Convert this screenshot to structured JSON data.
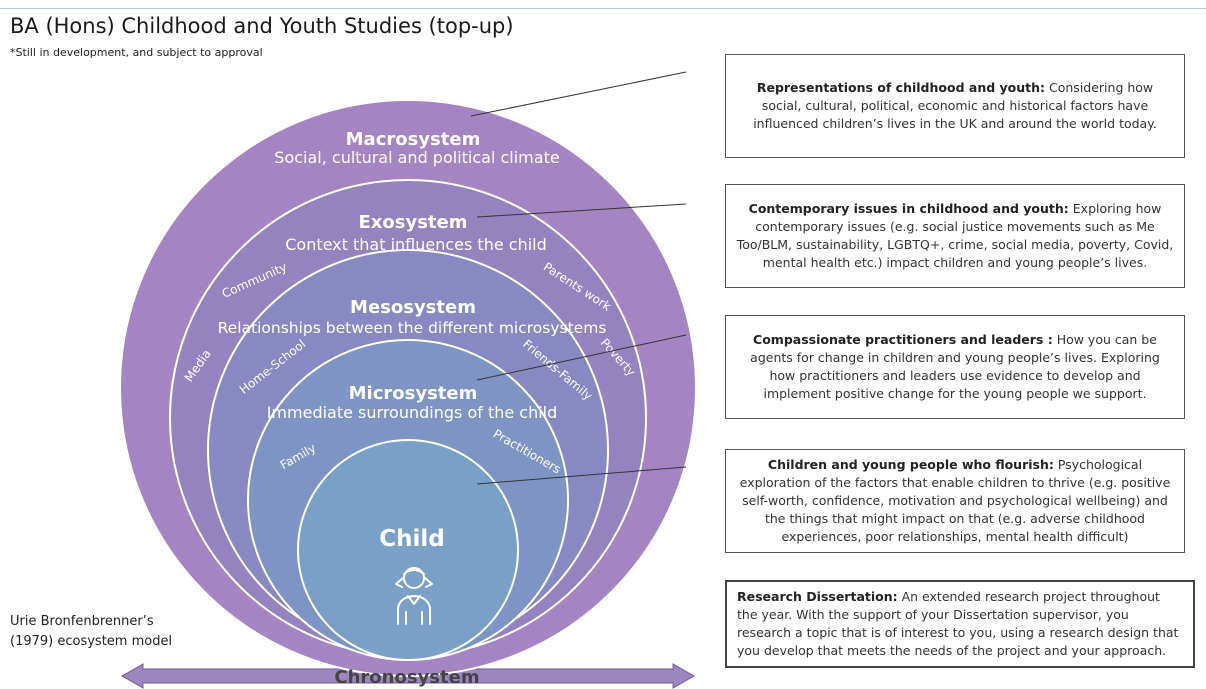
{
  "title": "BA (Hons) Childhood and Youth Studies (top-up)",
  "subtitle": "*Still in development, and subject to approval",
  "credit": {
    "line1": "Urie Bronfenbrenner’s",
    "line2": "(1979) ecosystem model"
  },
  "colors": {
    "macro": "#a584c4",
    "exo": "#9483bf",
    "meso": "#8888c2",
    "micro": "#7e94c4",
    "child": "#7ba0c7",
    "arrow": "#9c86c0",
    "ring_stroke": "#ffffff"
  },
  "systems": {
    "macro": {
      "name": "Macrosystem",
      "desc": "Social, cultural and political climate"
    },
    "exo": {
      "name": "Exosystem",
      "desc": "Context that influences the child"
    },
    "meso": {
      "name": "Mesosystem",
      "desc": "Relationships between the different microsystems"
    },
    "micro": {
      "name": "Microsystem",
      "desc": "Immediate surroundings of the child"
    },
    "child": {
      "name": "Child",
      "icon": "child-icon"
    },
    "chrono": {
      "name": "Chronosystem"
    }
  },
  "ring_labels": {
    "community": "Community",
    "parents_work": "Parents work",
    "media": "Media",
    "poverty": "Poverty",
    "home_school": "Home-School",
    "friends_family": "Friends-Family",
    "family": "Family",
    "practitioners": "Practitioners"
  },
  "boxes": [
    {
      "heading": "Representations of childhood and youth:",
      "text": " Considering how social, cultural, political, economic and historical factors have influenced children’s lives in the UK and around the world today."
    },
    {
      "heading": "Contemporary issues in childhood and youth:",
      "text": " Exploring how contemporary issues  (e.g. social justice movements such as Me Too/BLM, sustainability, LGBTQ+, crime, social media, poverty, Covid, mental health etc.) impact children and young people’s lives."
    },
    {
      "heading": "Compassionate practitioners and leaders :",
      "text": " How you can be agents for change in children and young people’s lives. Exploring how practitioners and leaders use evidence to develop and implement positive change for the young people we support."
    },
    {
      "heading": "Children and young people who flourish:",
      "text": " Psychological exploration of the factors that enable children to thrive (e.g. positive self-worth, confidence, motivation and psychological wellbeing) and the things that might impact on that (e.g. adverse childhood experiences, poor relationships, mental health difficult)"
    },
    {
      "heading": "Research Dissertation:",
      "text": " An extended research project throughout the year. With the support of your Dissertation supervisor, you research a topic that is of interest to you, using a research design that you develop that meets the needs of the project and your approach."
    }
  ]
}
